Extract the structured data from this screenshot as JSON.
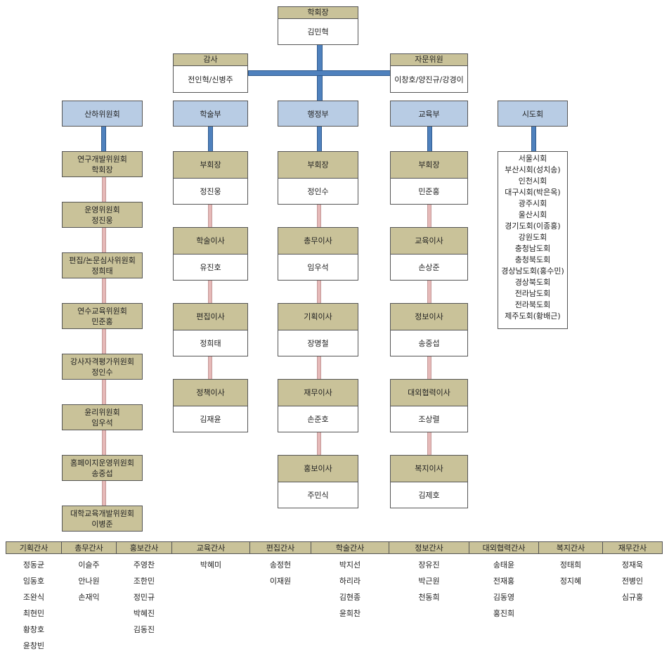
{
  "top": {
    "chair": {
      "title": "학회장",
      "name": "김민혁"
    },
    "auditor": {
      "title": "감사",
      "name": "전인혁/신병주"
    },
    "advisor": {
      "title": "자문위원",
      "name": "이창호/양진규/강경이"
    }
  },
  "departments": [
    {
      "label": "산하위원회"
    },
    {
      "label": "학술부"
    },
    {
      "label": "행정부"
    },
    {
      "label": "교육부"
    },
    {
      "label": "시도회"
    }
  ],
  "committees": [
    {
      "title": "연구개발위원회",
      "name": "학회장"
    },
    {
      "title": "운영위원회",
      "name": "정진웅"
    },
    {
      "title": "편집/논문심사위원회",
      "name": "정희태"
    },
    {
      "title": "연수교육위원회",
      "name": "민준홍"
    },
    {
      "title": "강사자격평가위원회",
      "name": "정인수"
    },
    {
      "title": "윤리위원회",
      "name": "임우석"
    },
    {
      "title": "홈페이지운영위원회",
      "name": "송중섭"
    },
    {
      "title": "대학교육개발위원회",
      "name": "이병준"
    }
  ],
  "academic": [
    {
      "title": "부회장",
      "name": "정진웅"
    },
    {
      "title": "학술이사",
      "name": "유진호"
    },
    {
      "title": "편집이사",
      "name": "정희태"
    },
    {
      "title": "정책이사",
      "name": "김재윤"
    }
  ],
  "admin": [
    {
      "title": "부회장",
      "name": "정인수"
    },
    {
      "title": "총무이사",
      "name": "임우석"
    },
    {
      "title": "기획이사",
      "name": "장명철"
    },
    {
      "title": "재무이사",
      "name": "손준호"
    },
    {
      "title": "홍보이사",
      "name": "주민식"
    }
  ],
  "education": [
    {
      "title": "부회장",
      "name": "민준홍"
    },
    {
      "title": "교육이사",
      "name": "손상준"
    },
    {
      "title": "정보이사",
      "name": "송중섭"
    },
    {
      "title": "대외협력이사",
      "name": "조상렬"
    },
    {
      "title": "복지이사",
      "name": "김제호"
    }
  ],
  "cities": [
    "서울시회",
    "부산시회(성치송)",
    "인천시회",
    "대구시회(박은옥)",
    "광주시회",
    "울산시회",
    "경기도회(이종홍)",
    "강원도회",
    "충청남도회",
    "충청북도회",
    "경상남도회(홍수민)",
    "경상북도회",
    "전라남도회",
    "전라북도회",
    "제주도회(황배근)"
  ],
  "secretaries": [
    {
      "title": "기획간사",
      "names": [
        "정동균",
        "임동호",
        "조완식",
        "최현민",
        "황창호",
        "윤창빈"
      ]
    },
    {
      "title": "총무간사",
      "names": [
        "이슬주",
        "안나원",
        "손재익"
      ]
    },
    {
      "title": "홍보간사",
      "names": [
        "주영찬",
        "조한민",
        "정민규",
        "박혜진",
        "김동진"
      ]
    },
    {
      "title": "교육간사",
      "names": [
        "박혜미"
      ]
    },
    {
      "title": "편집간사",
      "names": [
        "송정헌",
        "이재원"
      ]
    },
    {
      "title": "학술간사",
      "names": [
        "박지선",
        "하리라",
        "김현종",
        "윤희찬"
      ]
    },
    {
      "title": "정보간사",
      "names": [
        "장유진",
        "박근원",
        "천동희"
      ]
    },
    {
      "title": "대외협력간사",
      "names": [
        "송태윤",
        "전재홍",
        "김동영",
        "홍진희"
      ]
    },
    {
      "title": "복지간사",
      "names": [
        "정태희",
        "정지혜"
      ]
    },
    {
      "title": "재무간사",
      "names": [
        "정재욱",
        "전병인",
        "심규홍"
      ]
    }
  ],
  "colors": {
    "tan": "#c9c299",
    "blue": "#b8cce4",
    "connector_blue": "#4f81bd",
    "connector_pink": "#e6b9b8"
  }
}
